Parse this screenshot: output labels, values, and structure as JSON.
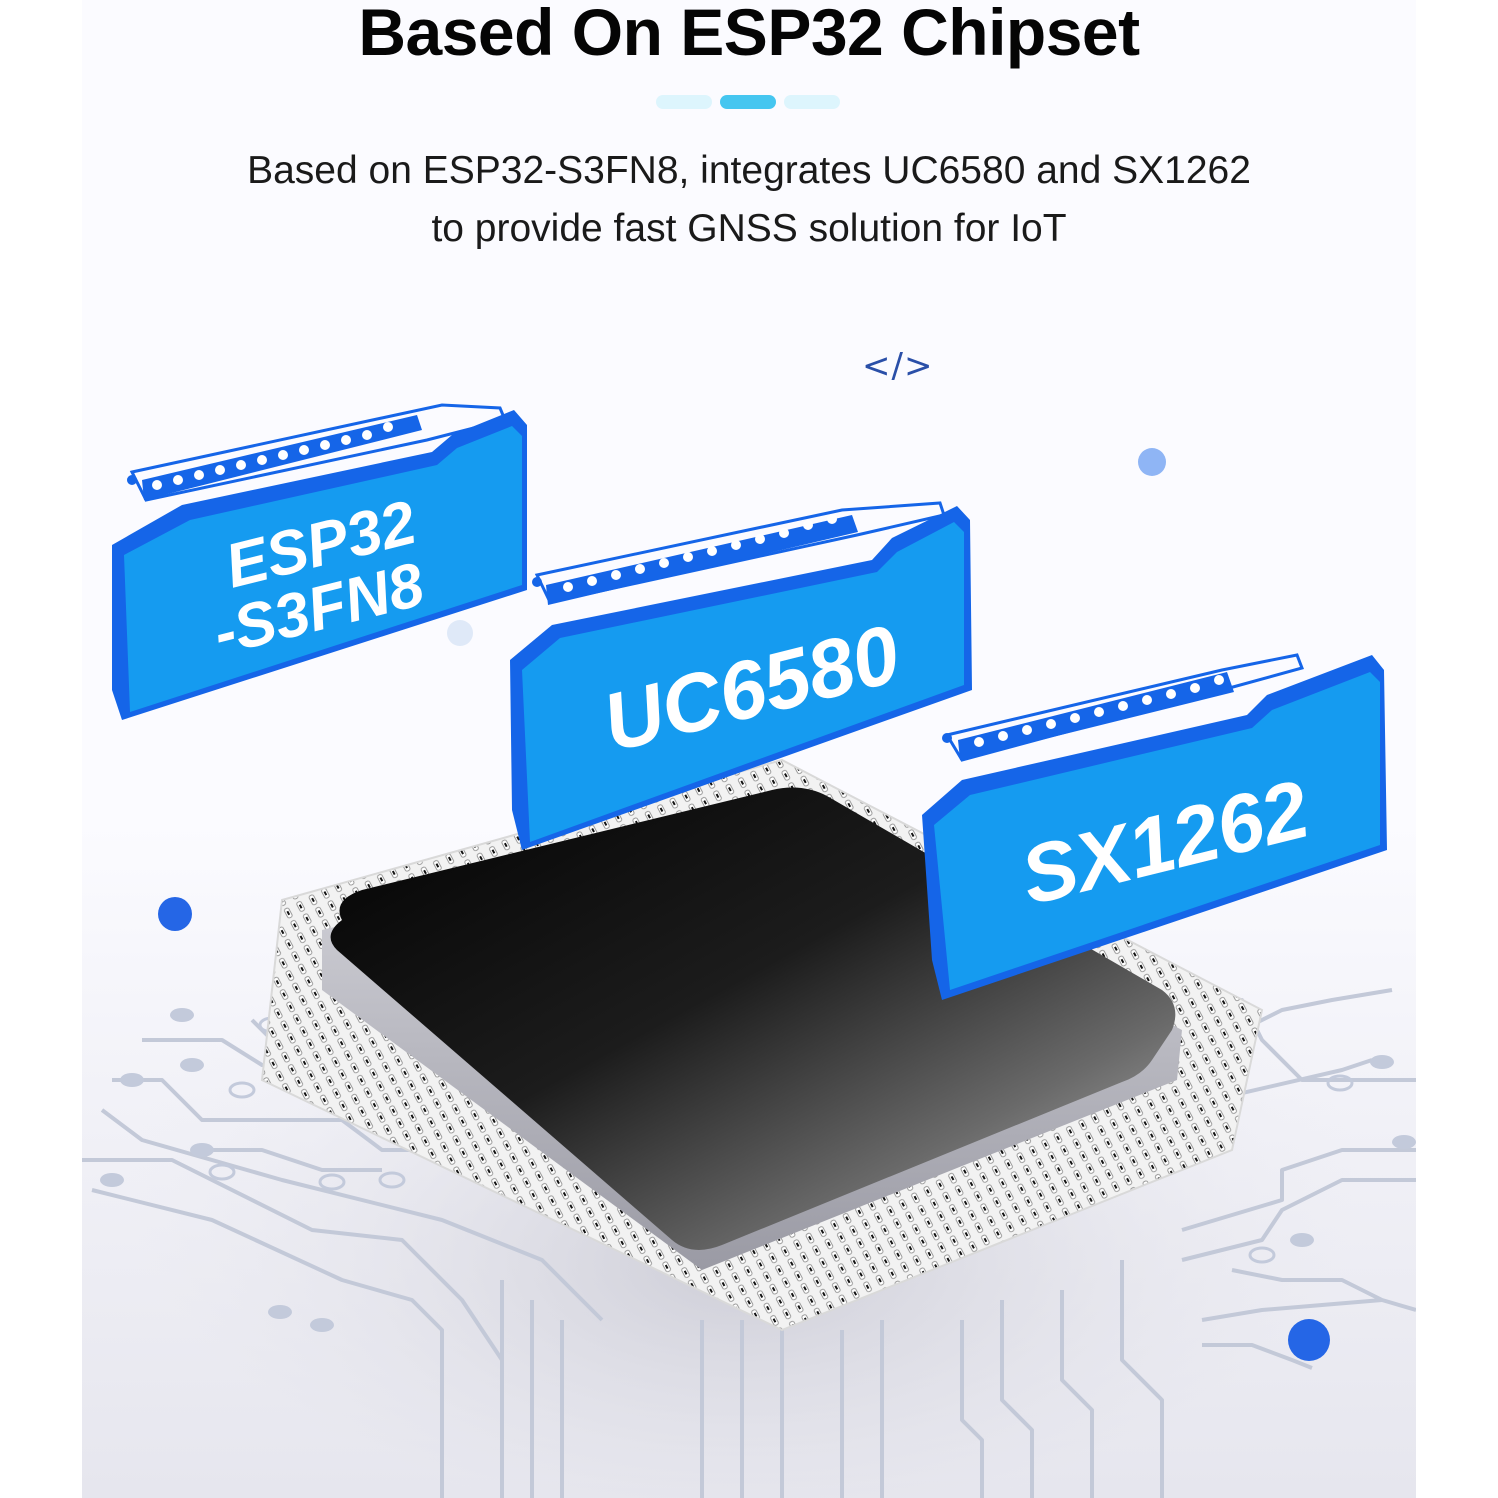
{
  "header": {
    "title": "Based On ESP32 Chipset",
    "indicator": {
      "count": 3,
      "active_index": 1,
      "active_color": "#45c6f0",
      "inactive_color": "#ddf5fd"
    },
    "subtitle_lines": [
      "Based on ESP32-S3FN8, integrates UC6580 and SX1262",
      "to provide fast GNSS solution for IoT"
    ]
  },
  "illustration": {
    "code_icon": "</>",
    "chip_labels": [
      {
        "lines": [
          "ESP32",
          "-S3FN8"
        ]
      },
      {
        "lines": [
          "UC6580"
        ]
      },
      {
        "lines": [
          "SX1262"
        ]
      }
    ],
    "colors": {
      "label_fill": "#159bf0",
      "label_border": "#1565e8",
      "label_text": "#ffffff",
      "accent_dot": "#2566e6",
      "light_dot": "#8fb5f5",
      "pale_dot": "#dfe9f8",
      "chip_body_dark": "#050505",
      "chip_body_light": "#9c9c9c",
      "trace": "#c3c9d8",
      "panel_bg": "#fbfbff"
    }
  }
}
